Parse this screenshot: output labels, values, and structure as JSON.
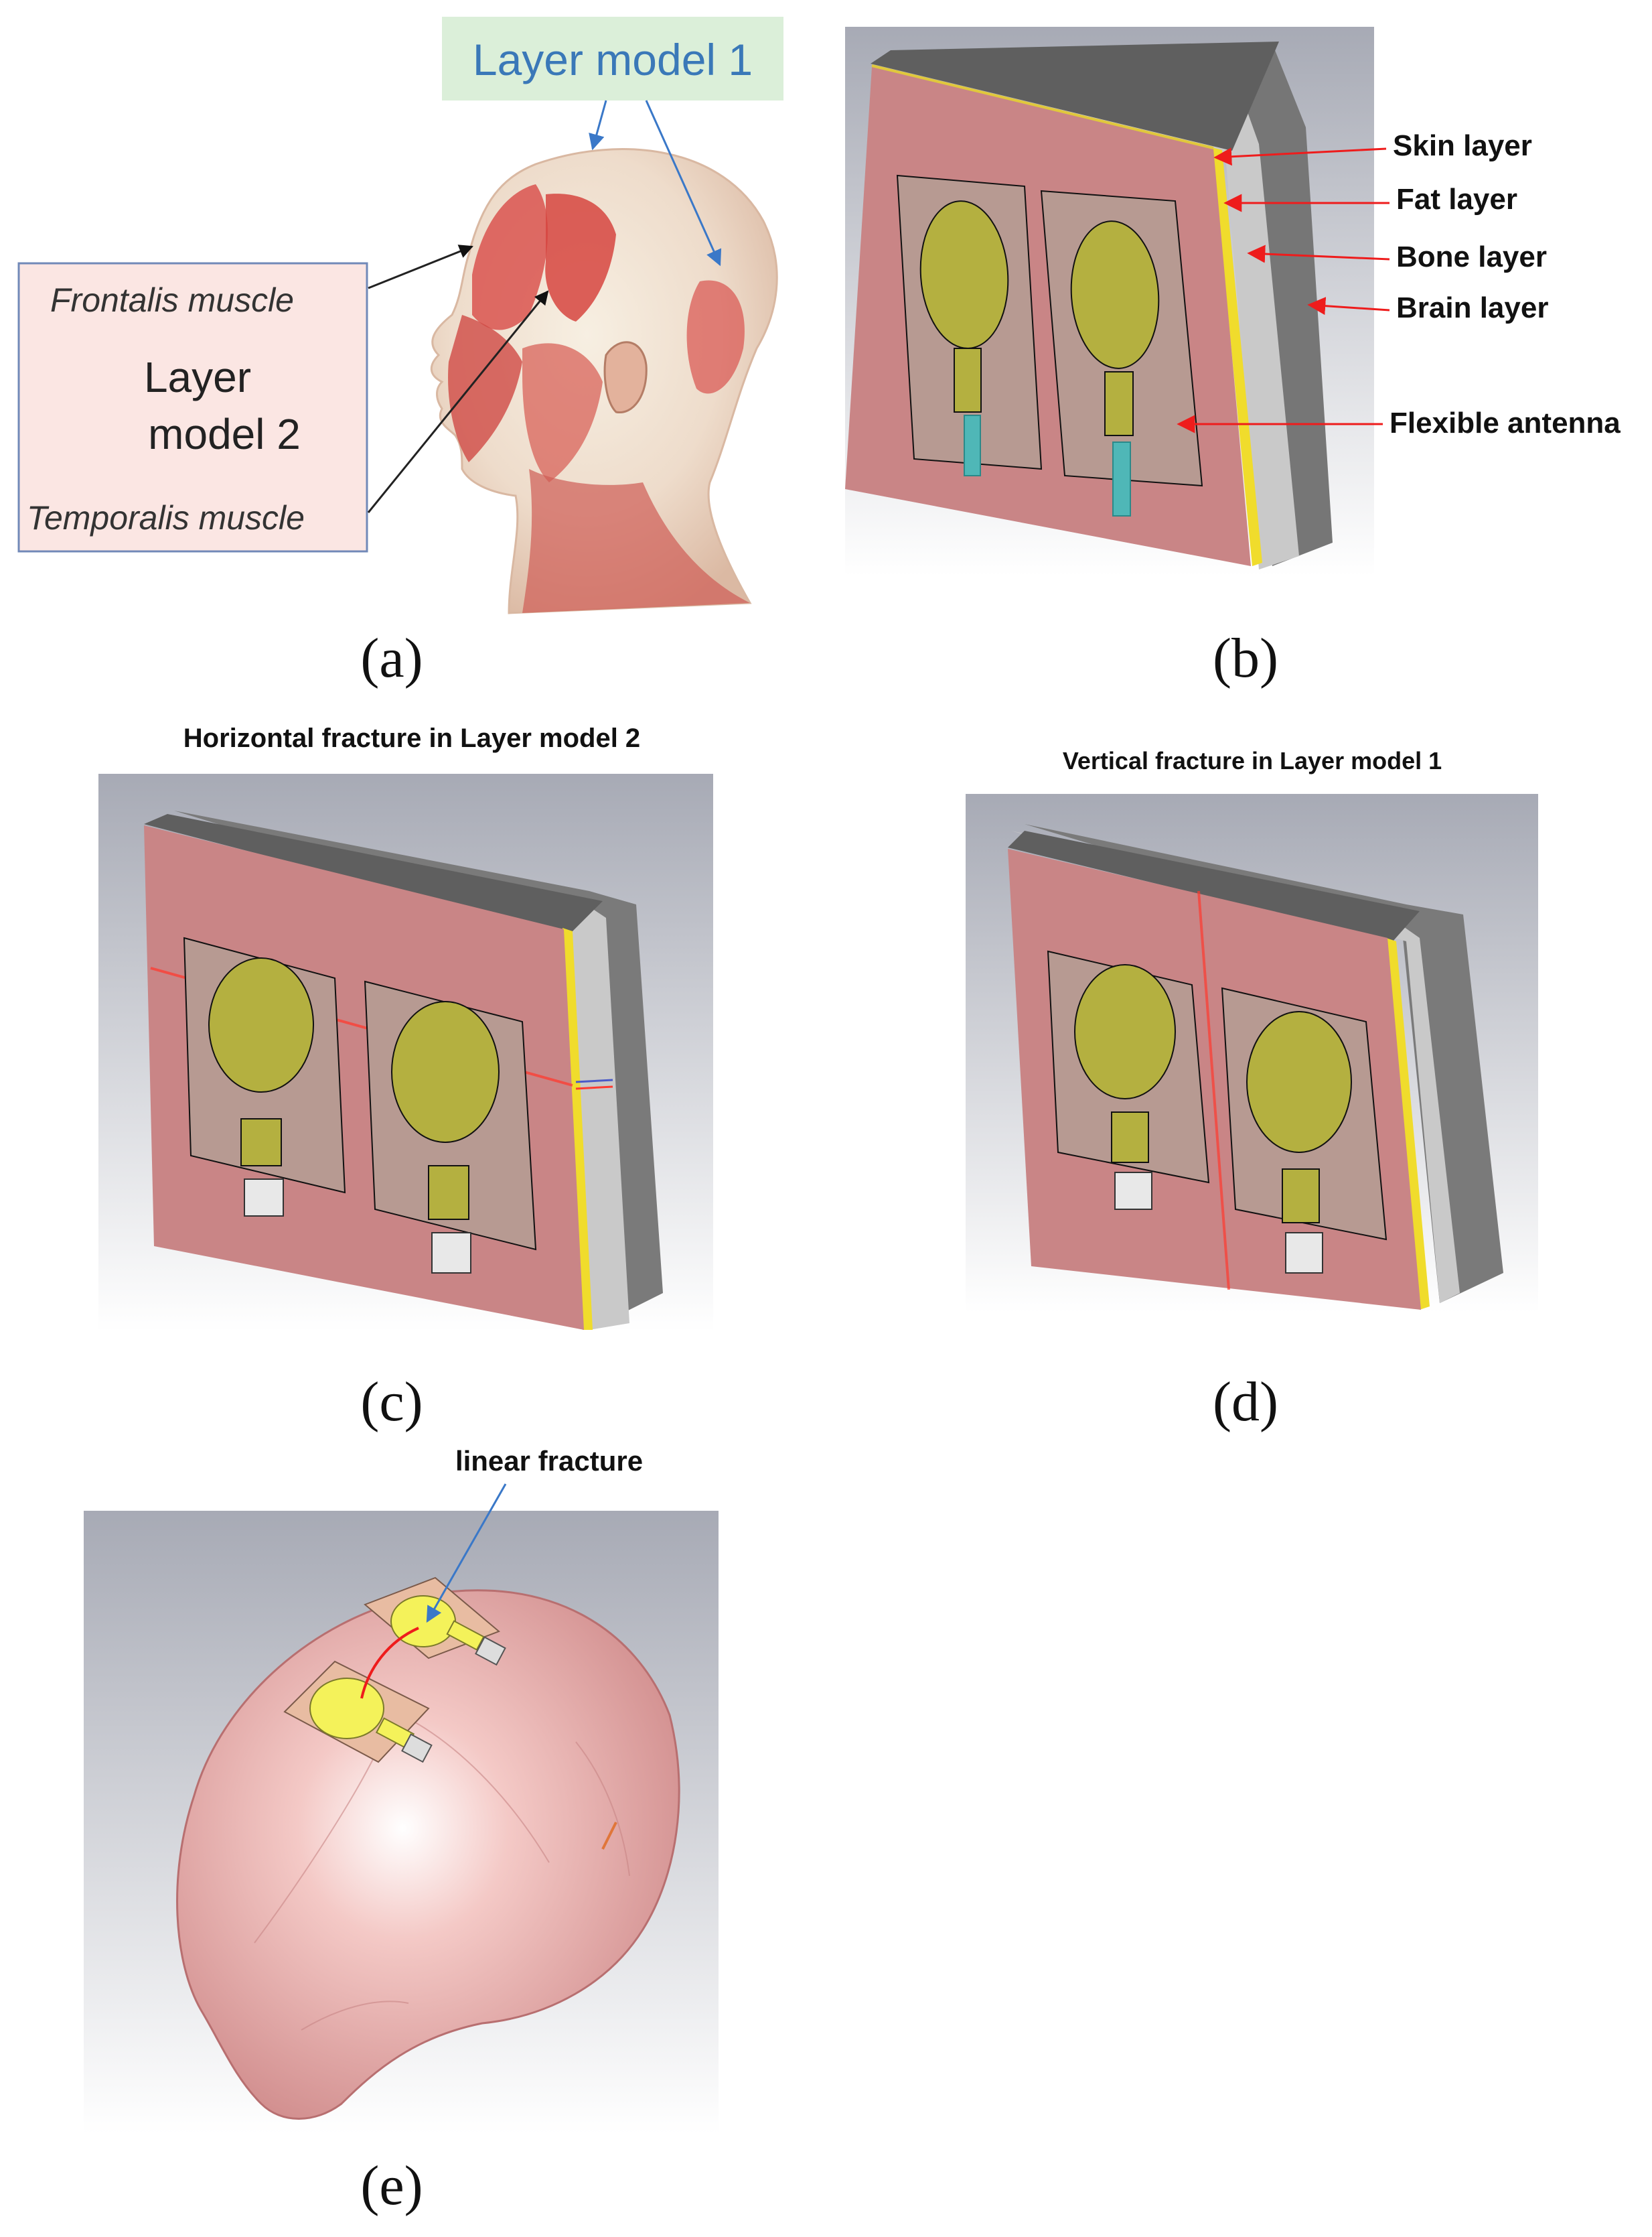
{
  "panels": {
    "a": {
      "label": "(a)",
      "layer_model_1": "Layer model 1",
      "frontalis": "Frontalis muscle",
      "layer_model_2_line1": "Layer",
      "layer_model_2_line2": "model 2",
      "temporalis": "Temporalis muscle"
    },
    "b": {
      "label": "(b)",
      "skin": "Skin layer",
      "fat": "Fat layer",
      "bone": "Bone layer",
      "brain": "Brain layer",
      "antenna": "Flexible antenna"
    },
    "c": {
      "label": "(c)",
      "title": "Horizontal fracture in Layer model 2"
    },
    "d": {
      "label": "(d)",
      "title": "Vertical fracture in Layer model 1"
    },
    "e": {
      "label": "(e)",
      "title": "linear fracture"
    }
  },
  "colors": {
    "skin": "#c98586",
    "fat": "#e8d84a",
    "bone": "#c8c8c8",
    "brain": "#7a7a7a",
    "patch": "#b4b040",
    "fracture": "#ff3b30",
    "arrow_red": "#ee1c1c",
    "arrow_blue": "#3a78c8"
  }
}
